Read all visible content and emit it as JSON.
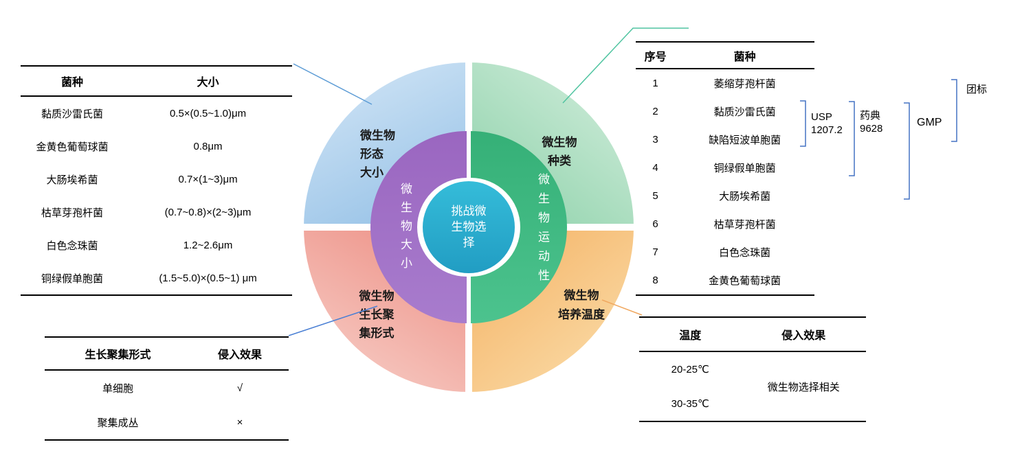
{
  "diagram": {
    "center_label": "挑战微\n生物选\n择",
    "inner_ring": {
      "left": "微生物大小",
      "right": "微生物运动性"
    },
    "quadrants": {
      "top_left": "微生物\n形态\n大小",
      "top_right": "微生物\n种类",
      "bottom_left": "微生物\n生长聚\n集形式",
      "bottom_right": "微生物\n培养温度"
    },
    "colors": {
      "quadrant_top_left": "#9cc5e8",
      "quadrant_top_right": "#8fd2ab",
      "quadrant_bottom_left": "#ee968c",
      "quadrant_bottom_right": "#f5b86e",
      "inner_left": "#9a66c0",
      "inner_right": "#35b077",
      "center": "#35bcd9",
      "connector_blue": "#5b9bd5",
      "connector_blue_dark": "#4a7fd4",
      "connector_teal": "#4fc4a0",
      "connector_orange": "#f0a860",
      "bracket": "#4472c4"
    }
  },
  "size_table": {
    "headers": [
      "菌种",
      "大小"
    ],
    "rows": [
      [
        "黏质沙雷氏菌",
        "0.5×(0.5~1.0)μm"
      ],
      [
        "金黄色葡萄球菌",
        "0.8μm"
      ],
      [
        "大肠埃希菌",
        "0.7×(1~3)μm"
      ],
      [
        "枯草芽孢杆菌",
        "(0.7~0.8)×(2~3)μm"
      ],
      [
        "白色念珠菌",
        "1.2~2.6μm"
      ],
      [
        "铜绿假单胞菌",
        "(1.5~5.0)×(0.5~1) μm"
      ]
    ]
  },
  "growth_table": {
    "headers": [
      "生长聚集形式",
      "侵入效果"
    ],
    "rows": [
      [
        "单细胞",
        "√"
      ],
      [
        "聚集成丛",
        "×"
      ]
    ]
  },
  "species_table": {
    "headers": [
      "序号",
      "菌种"
    ],
    "rows": [
      [
        "1",
        "萎缩芽孢杆菌"
      ],
      [
        "2",
        "黏质沙雷氏菌"
      ],
      [
        "3",
        "缺陷短波单胞菌"
      ],
      [
        "4",
        "铜绿假单胞菌"
      ],
      [
        "5",
        "大肠埃希菌"
      ],
      [
        "6",
        "枯草芽孢杆菌"
      ],
      [
        "7",
        "白色念珠菌"
      ],
      [
        "8",
        "金黄色葡萄球菌"
      ]
    ]
  },
  "temp_table": {
    "headers": [
      "温度",
      "侵入效果"
    ],
    "temps": [
      "20-25℃",
      "30-35℃"
    ],
    "effect": "微生物选择相关"
  },
  "annotations": {
    "usp": "USP\n1207.2",
    "pharmacopoeia": "药典\n9628",
    "gmp": "GMP",
    "group_standard": "团标"
  }
}
